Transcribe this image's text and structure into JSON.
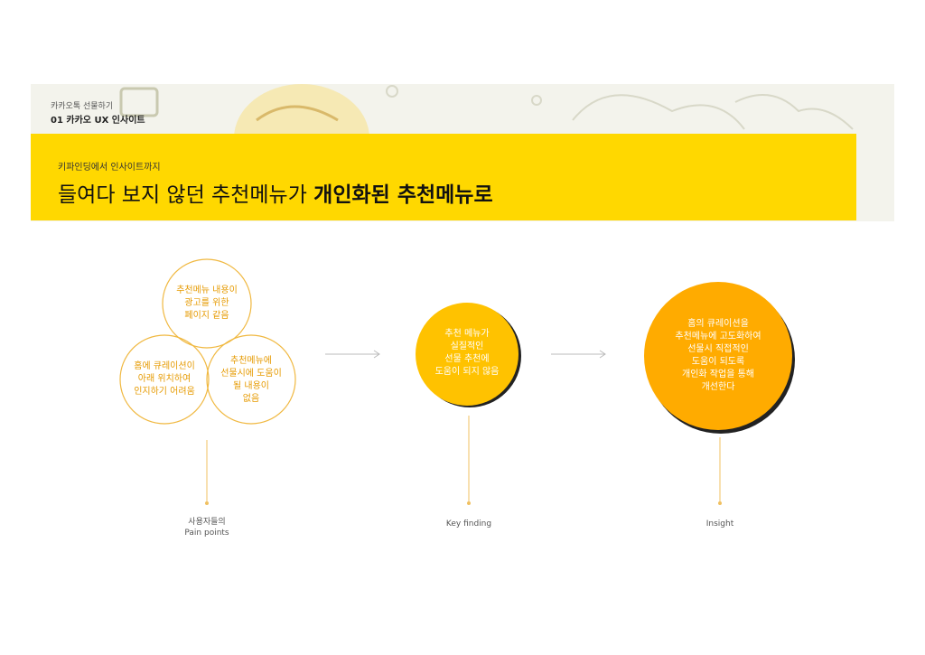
{
  "header": {
    "subtitle": "카카오톡 선물하기",
    "title": "01 카카오 UX 인사이트"
  },
  "banner": {
    "subtitle": "키파인딩에서 인사이트까지",
    "title_normal": "들여다 보지 않던 추천메뉴가",
    "title_bold": "개인화된 추천메뉴로"
  },
  "pain_points": [
    {
      "text": "추천메뉴 내용이\n광고를 위한\n페이지 같음"
    },
    {
      "text": "홈에 큐레이션이\n아래 위치하여\n인지하기 어려움"
    },
    {
      "text": "추천메뉴에\n선물시에 도움이\n될 내용이\n없음"
    }
  ],
  "key_finding": {
    "text": "추천 메뉴가\n실질적인\n선물 추천에\n도움이 되지 않음"
  },
  "insight": {
    "text": "홈의 큐레이션을\n추천메뉴에 고도화하여\n선물시 직접적인\n도움이 되도록\n개인화 작업을 통해\n개선한다"
  },
  "labels": {
    "pain": "사용자들의\nPain points",
    "key": "Key finding",
    "insight": "Insight"
  },
  "colors": {
    "banner": "#ffd800",
    "circle_line": "#f0b840",
    "key_circle": "#ffc200",
    "insight_circle": "#ffab00"
  }
}
